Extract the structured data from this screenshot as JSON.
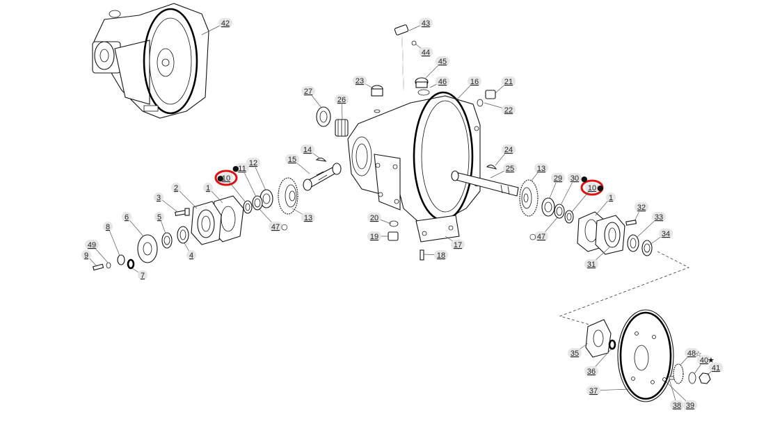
{
  "callouts": [
    {
      "id": "42",
      "text": "42"
    },
    {
      "id": "43",
      "text": "43"
    },
    {
      "id": "44",
      "text": "44"
    },
    {
      "id": "45",
      "text": "45"
    },
    {
      "id": "46",
      "text": "46"
    },
    {
      "id": "23",
      "text": "23"
    },
    {
      "id": "16",
      "text": "16"
    },
    {
      "id": "21",
      "text": "21"
    },
    {
      "id": "22",
      "text": "22"
    },
    {
      "id": "27",
      "text": "27"
    },
    {
      "id": "26",
      "text": "26"
    },
    {
      "id": "14",
      "text": "14"
    },
    {
      "id": "24",
      "text": "24"
    },
    {
      "id": "15",
      "text": "15"
    },
    {
      "id": "25",
      "text": "25"
    },
    {
      "id": "12",
      "text": "12"
    },
    {
      "id": "11",
      "text": "11"
    },
    {
      "id": "10a",
      "text": "10"
    },
    {
      "id": "13a",
      "text": "13"
    },
    {
      "id": "13b",
      "text": "13"
    },
    {
      "id": "29",
      "text": "29"
    },
    {
      "id": "30",
      "text": "30"
    },
    {
      "id": "10b",
      "text": "10"
    },
    {
      "id": "2",
      "text": "2"
    },
    {
      "id": "1a",
      "text": "1"
    },
    {
      "id": "1b",
      "text": "1"
    },
    {
      "id": "3",
      "text": "3"
    },
    {
      "id": "47a",
      "text": "47"
    },
    {
      "id": "47b",
      "text": "47"
    },
    {
      "id": "20",
      "text": "20"
    },
    {
      "id": "32",
      "text": "32"
    },
    {
      "id": "33",
      "text": "33"
    },
    {
      "id": "34",
      "text": "34"
    },
    {
      "id": "8",
      "text": "8"
    },
    {
      "id": "6",
      "text": "6"
    },
    {
      "id": "5",
      "text": "5"
    },
    {
      "id": "19",
      "text": "19"
    },
    {
      "id": "17",
      "text": "17"
    },
    {
      "id": "49",
      "text": "49"
    },
    {
      "id": "4",
      "text": "4"
    },
    {
      "id": "18",
      "text": "18"
    },
    {
      "id": "31",
      "text": "31"
    },
    {
      "id": "9",
      "text": "9"
    },
    {
      "id": "7",
      "text": "7"
    },
    {
      "id": "35",
      "text": "35"
    },
    {
      "id": "48",
      "text": "48"
    },
    {
      "id": "40",
      "text": "40"
    },
    {
      "id": "41",
      "text": "41"
    },
    {
      "id": "36",
      "text": "36"
    },
    {
      "id": "37",
      "text": "37"
    },
    {
      "id": "38",
      "text": "38"
    },
    {
      "id": "39",
      "text": "39"
    }
  ],
  "markers": {
    "dot": "●",
    "star_outline": "☆",
    "star_filled": "★",
    "ring": "○"
  },
  "colors": {
    "highlight": "#e01010",
    "bubble": "#e6e6e6",
    "line": "#111111"
  },
  "highlighted_parts": [
    "10a",
    "10b"
  ]
}
